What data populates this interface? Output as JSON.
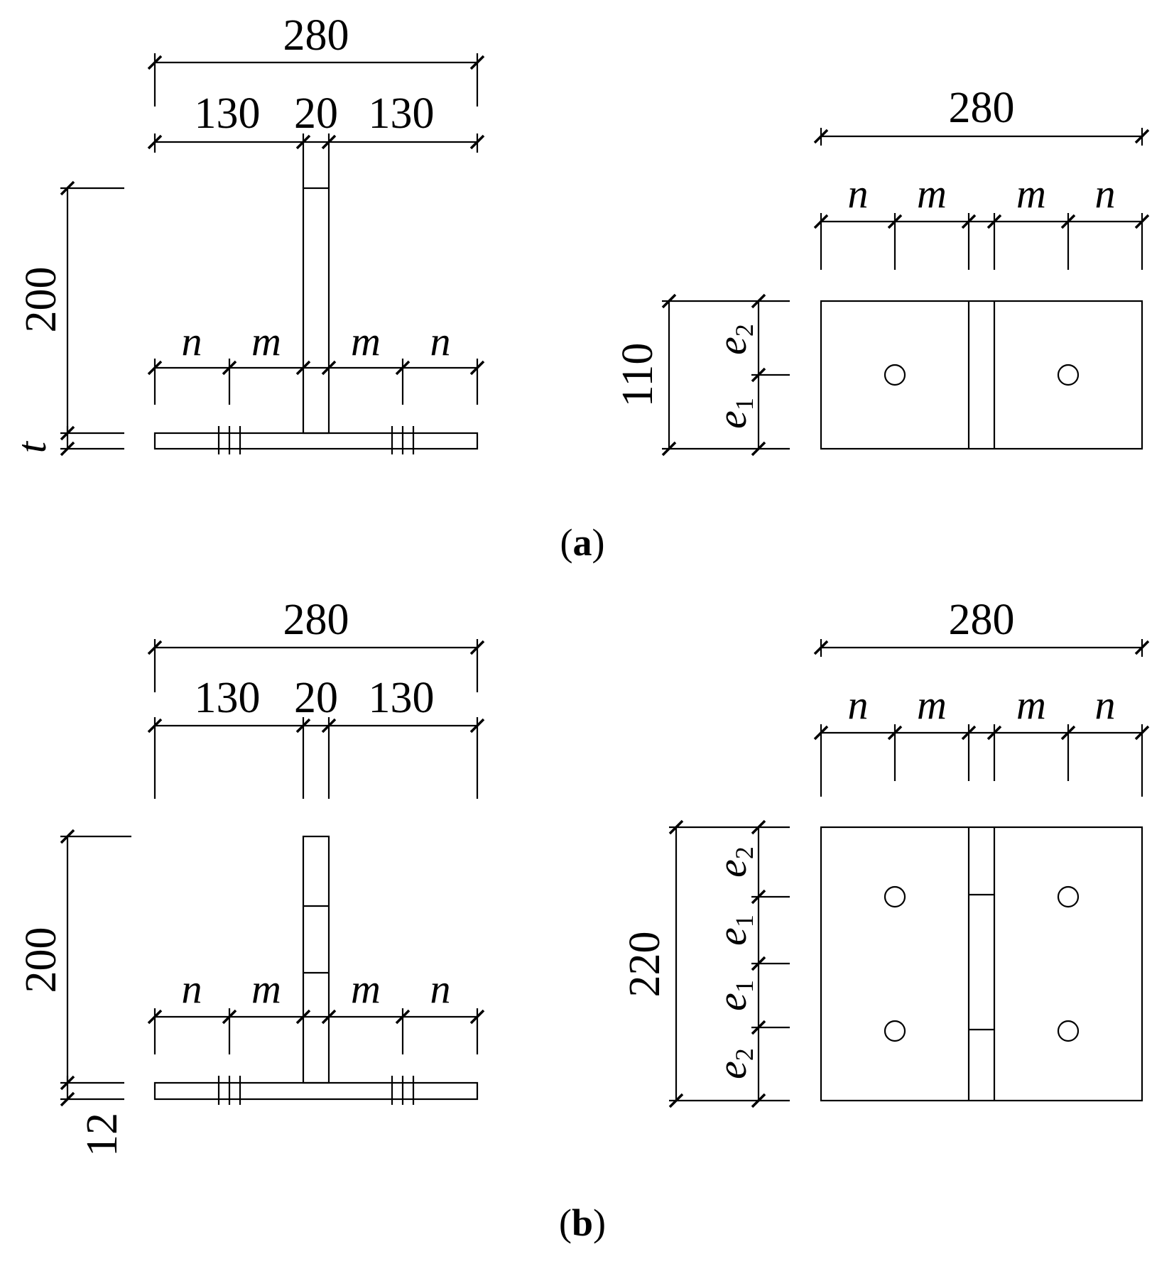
{
  "panel_a": {
    "caption_open": "(",
    "caption_letter": "a",
    "caption_close": ")",
    "side": {
      "total": "280",
      "seg_left": "130",
      "seg_mid": "20",
      "seg_right": "130",
      "height": "200",
      "thickness": "t",
      "n_left": "n",
      "m_left": "m",
      "m_right": "m",
      "n_right": "n"
    },
    "plan": {
      "total": "280",
      "n_left": "n",
      "m_left": "m",
      "m_right": "m",
      "n_right": "n",
      "height": "110",
      "e_top": "e",
      "e_top_sub": "2",
      "e_bot": "e",
      "e_bot_sub": "1"
    }
  },
  "panel_b": {
    "caption_open": "(",
    "caption_letter": "b",
    "caption_close": ")",
    "side": {
      "total": "280",
      "seg_left": "130",
      "seg_mid": "20",
      "seg_right": "130",
      "height": "200",
      "thickness": "12",
      "n_left": "n",
      "m_left": "m",
      "m_right": "m",
      "n_right": "n"
    },
    "plan": {
      "total": "280",
      "n_left": "n",
      "m_left": "m",
      "m_right": "m",
      "n_right": "n",
      "height": "220",
      "e_1": "e",
      "e_1_sub": "2",
      "e_2": "e",
      "e_2_sub": "1",
      "e_3": "e",
      "e_3_sub": "1",
      "e_4": "e",
      "e_4_sub": "2"
    }
  }
}
